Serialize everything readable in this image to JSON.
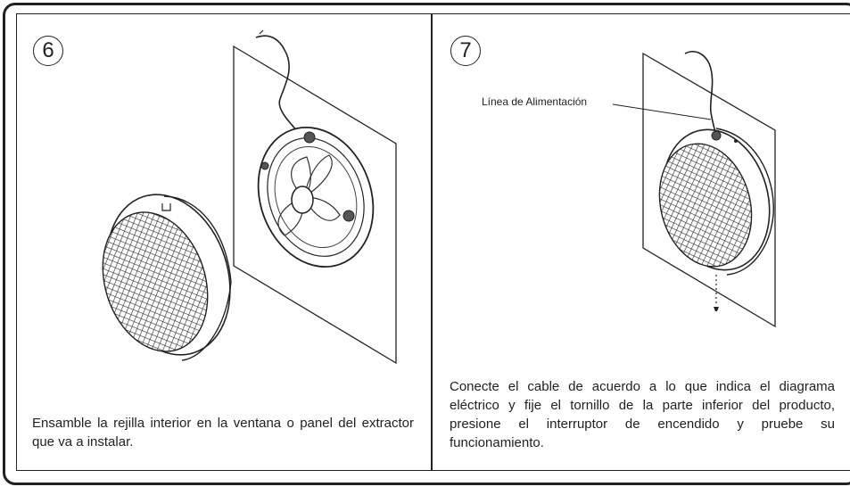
{
  "steps": [
    {
      "number": "6",
      "caption": "Ensamble la rejilla interior en la ventana o panel del extractor que va a instalar."
    },
    {
      "number": "7",
      "caption": "Conecte el cable de acuerdo a lo que indica el diagrama eléctrico y fije el tornillo de la parte inferior del producto, presione el interruptor de encendido y pruebe su funcionamiento.",
      "callout": "Línea de Alimentación"
    }
  ]
}
